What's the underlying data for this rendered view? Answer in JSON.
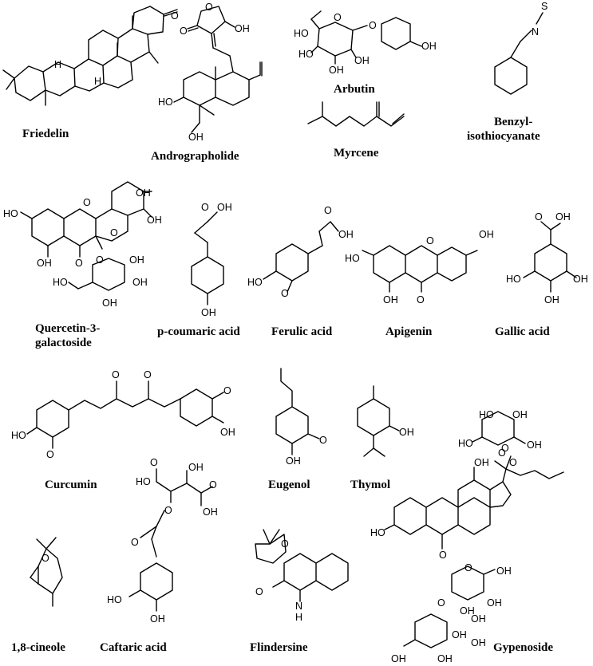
{
  "molecules": [
    {
      "key": "friedelin",
      "name_lines": [
        "Friedelin"
      ],
      "atoms": [
        "O",
        "H",
        "H"
      ]
    },
    {
      "key": "andrographolide",
      "name_lines": [
        "Andrographolide"
      ],
      "atoms": [
        "O",
        "O",
        "OH",
        "HO",
        "OH"
      ]
    },
    {
      "key": "arbutin",
      "name_lines": [
        "Arbutin"
      ],
      "atoms": [
        "HO",
        "O",
        "O",
        "HO",
        "OH",
        "OH",
        "OH"
      ]
    },
    {
      "key": "myrcene",
      "name_lines": [
        "Myrcene"
      ],
      "atoms": []
    },
    {
      "key": "benzyl",
      "name_lines": [
        "Benzyl-",
        "isothiocyanate"
      ],
      "atoms": [
        "S",
        "N"
      ]
    },
    {
      "key": "quercetin",
      "name_lines": [
        "Quercetin-3-",
        "galactoside"
      ],
      "atoms": [
        "OH",
        "OH",
        "HO",
        "O",
        "O",
        "OH",
        "O",
        "O",
        "OH",
        "HO",
        "OH",
        "OH"
      ]
    },
    {
      "key": "pcoumaric",
      "name_lines": [
        "p-coumaric acid"
      ],
      "atoms": [
        "O",
        "OH",
        "OH"
      ]
    },
    {
      "key": "ferulic",
      "name_lines": [
        "Ferulic acid"
      ],
      "atoms": [
        "O",
        "OH",
        "HO",
        "O"
      ]
    },
    {
      "key": "apigenin",
      "name_lines": [
        "Apigenin"
      ],
      "atoms": [
        "OH",
        "HO",
        "O",
        "OH",
        "O"
      ]
    },
    {
      "key": "gallic",
      "name_lines": [
        "Gallic acid"
      ],
      "atoms": [
        "O",
        "OH",
        "HO",
        "OH",
        "OH"
      ]
    },
    {
      "key": "curcumin",
      "name_lines": [
        "Curcumin"
      ],
      "atoms": [
        "O",
        "O",
        "O",
        "HO",
        "OH",
        "O"
      ]
    },
    {
      "key": "eugenol",
      "name_lines": [
        "Eugenol"
      ],
      "atoms": [
        "O",
        "OH"
      ]
    },
    {
      "key": "thymol",
      "name_lines": [
        "Thymol"
      ],
      "atoms": [
        "OH"
      ]
    },
    {
      "key": "gypenoside",
      "name_lines": [
        "Gypenoside"
      ],
      "atoms": [
        "HO",
        "OH",
        "O",
        "HO",
        "O",
        "OH",
        "O",
        "OH",
        "HO",
        "O",
        "O",
        "OH",
        "O",
        "OH",
        "OH",
        "OH",
        "OH",
        "OH",
        "OH",
        "OH"
      ]
    },
    {
      "key": "cineole",
      "name_lines": [
        "1,8-cineole"
      ],
      "atoms": [
        "O"
      ]
    },
    {
      "key": "caftaric",
      "name_lines": [
        "Caftaric acid"
      ],
      "atoms": [
        "O",
        "HO",
        "OH",
        "O",
        "OH",
        "O",
        "O",
        "HO",
        "OH"
      ]
    },
    {
      "key": "flindersine",
      "name_lines": [
        "Flindersine"
      ],
      "atoms": [
        "O",
        "O",
        "N",
        "H"
      ]
    }
  ]
}
